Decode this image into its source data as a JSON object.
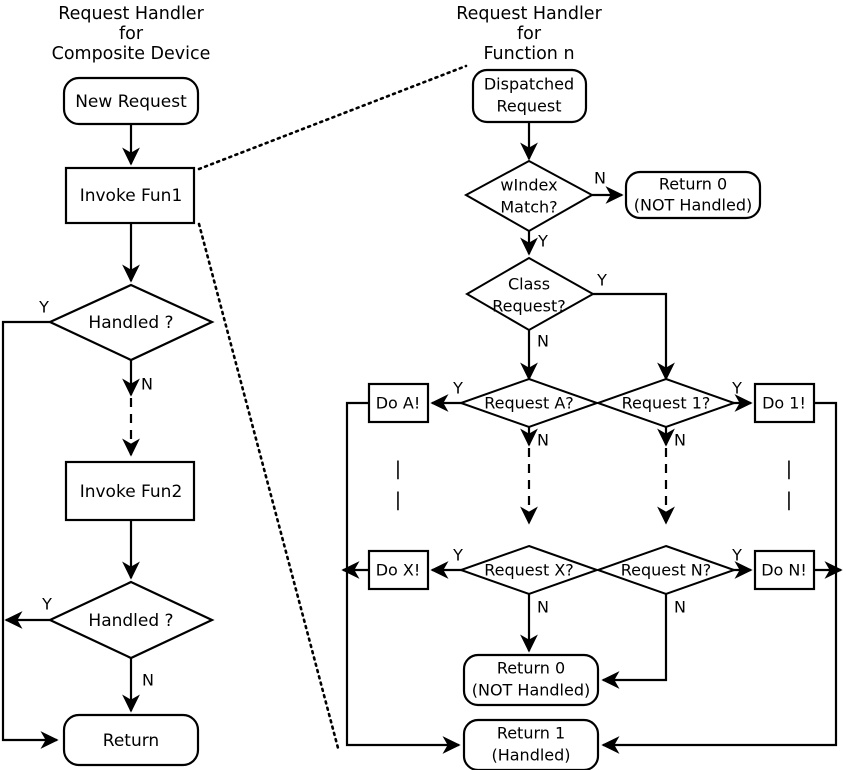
{
  "diagram": {
    "type": "flowchart",
    "title_left": "Request Handler\nfor\nComposite Device",
    "title_right": "Request Handler\nfor\nFunction n",
    "colors": {
      "stroke": "#000000",
      "fill": "#ffffff",
      "background": "#ffffff"
    }
  },
  "left_panel": {
    "heading": {
      "line1": "Request Handler",
      "line2": "for",
      "line3": "Composite Device"
    },
    "nodes": [
      {
        "id": "new-request",
        "shape": "rounded-terminal",
        "label": "New Request"
      },
      {
        "id": "invoke-fun1",
        "shape": "process",
        "label": "Invoke Fun1"
      },
      {
        "id": "handled-1",
        "shape": "decision",
        "label": "Handled ?"
      },
      {
        "id": "invoke-fun2",
        "shape": "process",
        "label": "Invoke Fun2"
      },
      {
        "id": "handled-2",
        "shape": "decision",
        "label": "Handled ?"
      },
      {
        "id": "return",
        "shape": "rounded-terminal",
        "label": "Return"
      }
    ],
    "edge_labels": {
      "handled1_yes": "Y",
      "handled1_no": "N",
      "handled2_yes": "Y",
      "handled2_no": "N"
    }
  },
  "right_panel": {
    "heading": {
      "line1": "Request Handler",
      "line2": "for",
      "line3": "Function n"
    },
    "nodes": [
      {
        "id": "dispatched-request",
        "shape": "rounded-terminal",
        "label_line1": "Dispatched",
        "label_line2": "Request"
      },
      {
        "id": "windex-match",
        "shape": "decision",
        "label_line1": "wIndex",
        "label_line2": "Match?"
      },
      {
        "id": "return0-top",
        "shape": "rounded-terminal",
        "label_line1": "Return 0",
        "label_line2": "(NOT Handled)"
      },
      {
        "id": "class-request",
        "shape": "decision",
        "label_line1": "Class",
        "label_line2": "Request?"
      },
      {
        "id": "request-a",
        "shape": "decision",
        "label": "Request A?"
      },
      {
        "id": "request-1",
        "shape": "decision",
        "label": "Request 1?"
      },
      {
        "id": "request-x",
        "shape": "decision",
        "label": "Request X?"
      },
      {
        "id": "request-n",
        "shape": "decision",
        "label": "Request N?"
      },
      {
        "id": "do-a",
        "shape": "process",
        "label": "Do A!"
      },
      {
        "id": "do-1",
        "shape": "process",
        "label": "Do 1!"
      },
      {
        "id": "do-x",
        "shape": "process",
        "label": "Do X!"
      },
      {
        "id": "do-n",
        "shape": "process",
        "label": "Do N!"
      },
      {
        "id": "return0-bottom",
        "shape": "rounded-terminal",
        "label_line1": "Return 0",
        "label_line2": "(NOT Handled)"
      },
      {
        "id": "return1-bottom",
        "shape": "rounded-terminal",
        "label_line1": "Return 1",
        "label_line2": "(Handled)"
      }
    ],
    "edge_labels": {
      "windex_no": "N",
      "windex_yes": "Y",
      "class_yes": "Y",
      "class_no": "N",
      "request_a_yes": "Y",
      "request_a_no": "N",
      "request_1_yes": "Y",
      "request_1_no": "N",
      "request_x_yes": "Y",
      "request_x_no": "N",
      "request_n_yes": "Y",
      "request_n_no": "N"
    },
    "ellipsis_marks": {
      "left_column": "|",
      "right_column": "|"
    }
  }
}
